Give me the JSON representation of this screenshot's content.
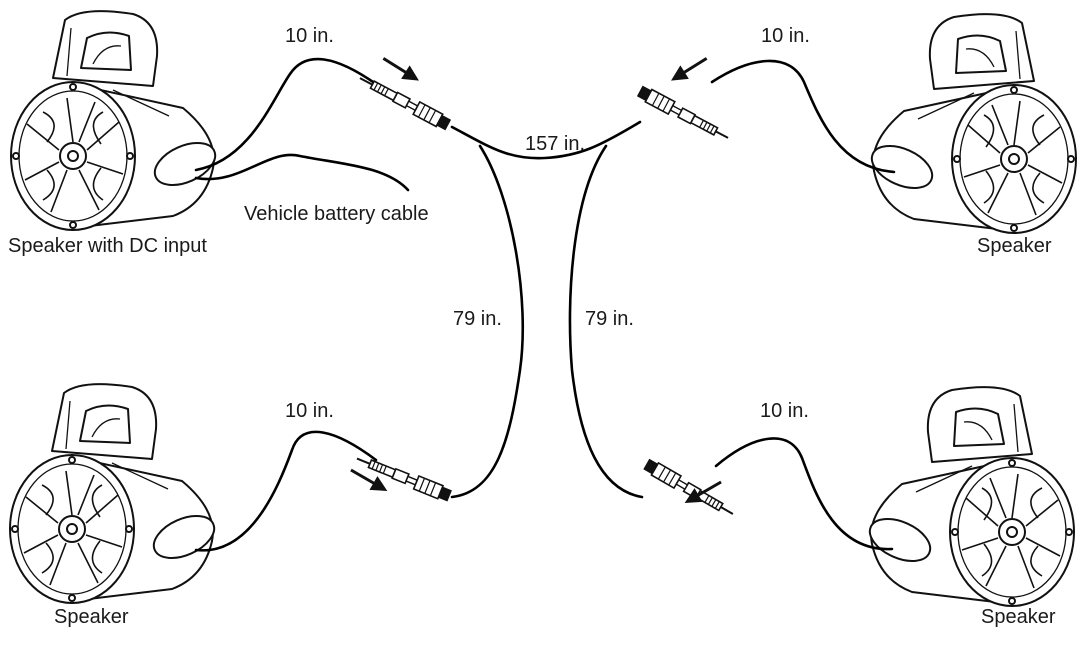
{
  "speakers": {
    "top_left": {
      "label": "Speaker with DC input"
    },
    "top_right": {
      "label": "Speaker"
    },
    "bottom_left": {
      "label": "Speaker"
    },
    "bottom_right": {
      "label": "Speaker"
    }
  },
  "cables": {
    "battery": "Vehicle battery cable",
    "top_left_lead": "10 in.",
    "top_right_lead": "10 in.",
    "bottom_left_lead": "10 in.",
    "bottom_right_lead": "10 in.",
    "main_top": "157 in.",
    "left_vertical": "79 in.",
    "right_vertical": "79 in."
  },
  "icons": [
    "speaker-icon",
    "connector-plug-icon",
    "arrow-icon"
  ]
}
